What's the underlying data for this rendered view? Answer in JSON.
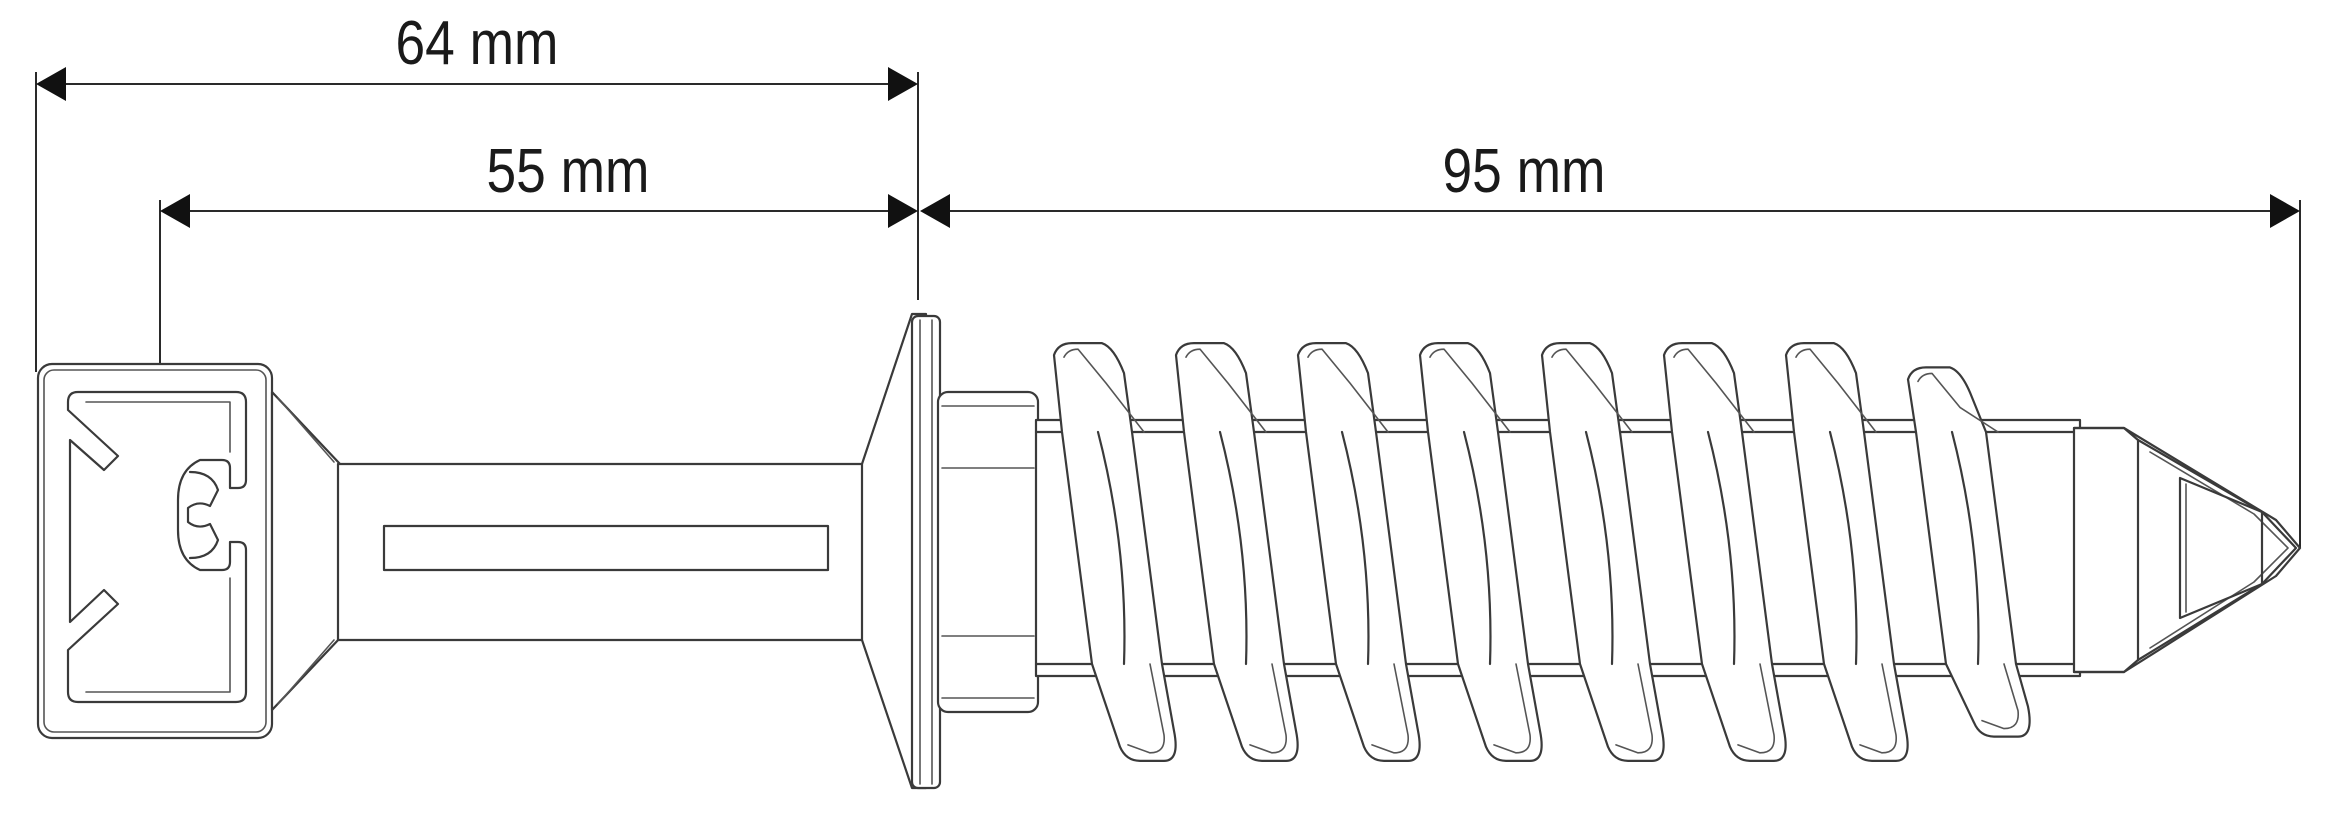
{
  "dimensions": {
    "overall_head_length": "64 mm",
    "shank_length": "55 mm",
    "screw_length": "95 mm"
  },
  "colors": {
    "line": "#3a3a3a",
    "text": "#1a1a1a",
    "background": "#ffffff"
  }
}
